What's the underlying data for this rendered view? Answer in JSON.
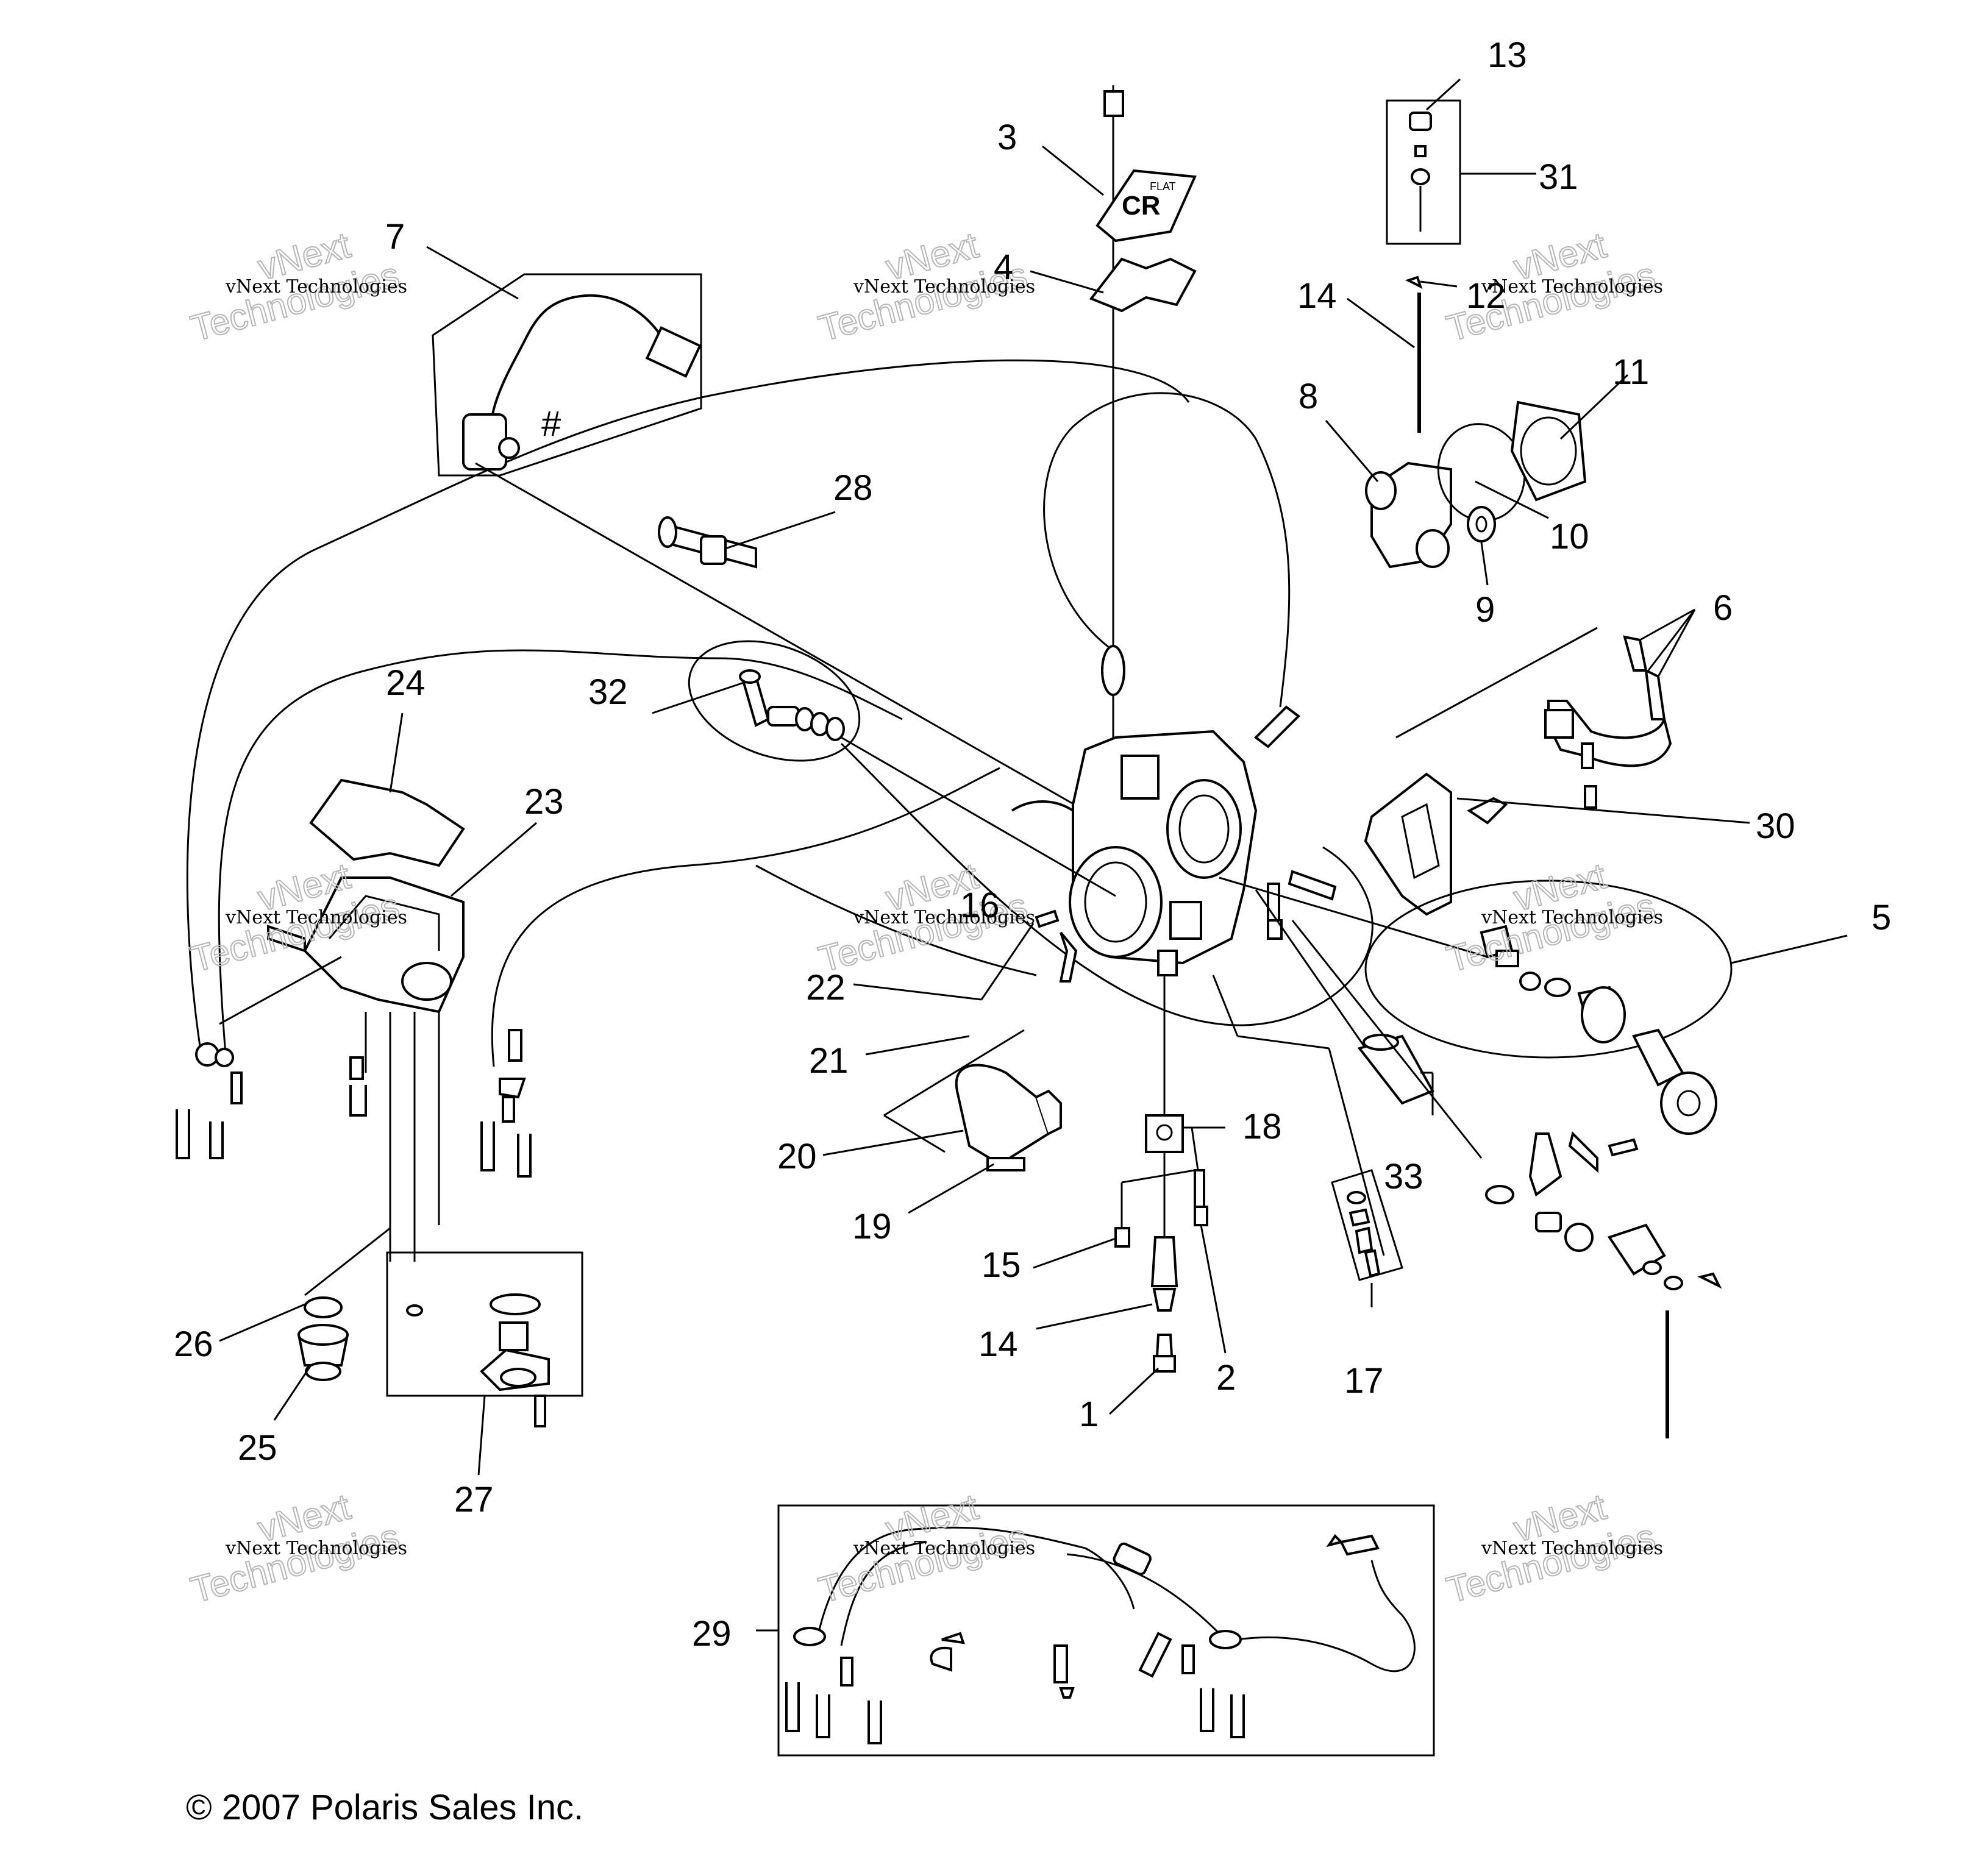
{
  "callouts": [
    "13",
    "3",
    "31",
    "7",
    "4",
    "14",
    "12",
    "11",
    "8",
    "28",
    "10",
    "9",
    "6",
    "24",
    "32",
    "23",
    "30",
    "5",
    "16",
    "22",
    "21",
    "18",
    "33",
    "20",
    "19",
    "15",
    "2",
    "14",
    "17",
    "1",
    "26",
    "25",
    "27",
    "29"
  ],
  "watermark": {
    "line1": "vNext Technologies",
    "line2a": "vNext",
    "line2b": "Technologies"
  },
  "labels": {
    "cover_text": "CR",
    "cover_small": "FLAT",
    "hash_mark": "#"
  },
  "copyright": "© 2007 Polaris Sales Inc."
}
